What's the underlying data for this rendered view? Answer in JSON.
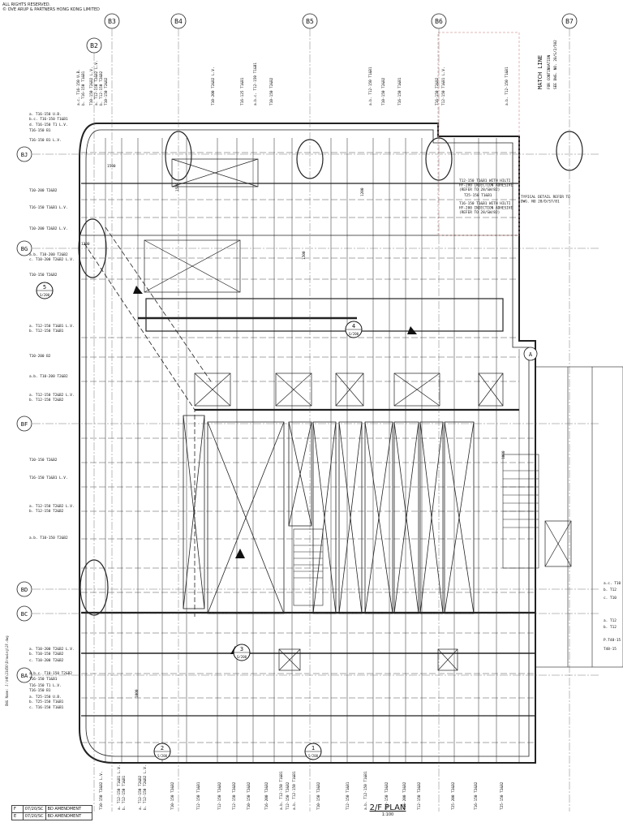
{
  "header": {
    "copyright_line1": "ALL RIGHTS RESERVED.",
    "copyright_line2": "© OVE ARUP & PARTNERS HONG KONG LIMITED"
  },
  "grid": {
    "columns": [
      "B2",
      "B3",
      "B4",
      "B5",
      "B6",
      "B7"
    ],
    "rows": [
      "BJ",
      "BG",
      "BF",
      "BD",
      "BC",
      "BA"
    ]
  },
  "match_line": {
    "label": "MATCH LINE",
    "note1": "FOR CONTINUATION",
    "note2": "SEE DWG. NO. 28/S/2/502"
  },
  "sections": [
    {
      "number": "5",
      "sheet": "S/200"
    },
    {
      "number": "4",
      "sheet": "S/200"
    },
    {
      "number": "3",
      "sheet": "S/200"
    },
    {
      "number": "2",
      "sheet": "S/200"
    },
    {
      "number": "1",
      "sheet": "S/200"
    }
  ],
  "detail_marker": "A",
  "notes": {
    "injection1": "T12-150 T1&B1 WITH HILTI HY-200 INJECTION ADHESIVE (REFER TO 28/SW/82)",
    "injection2": "T16-150 T1&B1 WITH HILTI HY-200 INJECTION ADHESIVE (REFER TO 28/SW/82)",
    "t25": "T25-150 T1&B1",
    "typical_detail": "TYPICAL DETAIL REFER TO DWG. NO 28/D/S7/81"
  },
  "left_labels": [
    "a. T16-150 U.B.",
    "b.c. T16-150 T1&B1",
    "d. T16-150 T1 L.V.",
    "T16-150 B1",
    "T16-150 B1 L.V.",
    "T10-200 T2&B2",
    "T16-150 T1&B1 L.V.",
    "T10-200 T2&B2 L.V.",
    "a.b. T10-200 T2&B2",
    "c. T10-200 T2&B2 L.V.",
    "T10-150 T2&B2",
    "a. T12-150 T1&B1 L.V.",
    "b. T12-150 T1&B1",
    "T10-200 B2",
    "a.b. T10-200 T2&B2",
    "a. T12-150 T2&B2 L.V.",
    "b. T12-150 T2&B2",
    "T10-150 T2&B2",
    "T16-150 T1&B1 L.V.",
    "a. T12-150 T2&B2 L.V.",
    "b. T12-150 T2&B2",
    "a.b. T10-150 T2&B2",
    "a. T10-200 T2&B2 L.V.",
    "b. T10-150 T2&B2",
    "c. T10-200 T2&B2",
    "a.b.c. T10-150 T2&B2",
    "T16-150 T1&B1",
    "T16-150 T1 L.V.",
    "T16-150 B1",
    "a. T25-150 U.B.",
    "b. T25-150 T1&B1",
    "c. T16-150 T1&B1"
  ],
  "top_labels": [
    "a.c. T16-150 U.B.",
    "b. T16-150 T1&B1",
    "T10-150 T2&B2 L.V.",
    "a. T12-150 T2&B2 L.V.",
    "b. T12-150 T2&B2",
    "T10-150 T2&B2",
    "T10-200 T2&B2 L.V.",
    "T16-125 T1&B1",
    "a.b.c. T12-150 T1&B1",
    "T10-150 T2&B2",
    "a.b. T12-150 T1&B1",
    "T10-150 T2&B2",
    "T16-150 T1&B1",
    "T16-150 T2&B2",
    "T12-150 T1&B1 L.V.",
    "a.b. T12-150 T1&B1"
  ],
  "bottom_labels": [
    "T10-150 T2&B2 L.V.",
    "a. T12-150 T1&B1 L.V.",
    "b. T12-150 T1&B1",
    "a. T12-150 T2&B2",
    "b. T12-150 T2&B2 L.V.",
    "T10-150 T2&B2",
    "T12-150 T1&B1",
    "T12-150 T2&B2",
    "T12-150 T2&B2",
    "T10-150 T2&B2",
    "T16-200 T2&B2",
    "a.b. T12-150 T1&B1",
    "T12-150 T2&B2",
    "a.b. T12-150 T1&B1",
    "T10-150 T2&B2",
    "T12-150 T1&B1",
    "a.b. T12-150 T1&B1",
    "T12-150 T2&B2",
    "T16-200 T2&B2",
    "T12-150 T2&B2",
    "T25-200 T2&B2",
    "T16-150 T2&B2",
    "T25-150 T2&B2"
  ],
  "right_labels": [
    "a.c. T10",
    "b. T12",
    "c. T10",
    "a. T12",
    "b. T12",
    "P.T48-15",
    "T48-15"
  ],
  "dimensions": [
    "1500",
    "1200",
    "1500",
    "1200",
    "1000",
    "1500",
    "1000"
  ],
  "revisions": [
    {
      "rev": "F",
      "date": "07/20/SC",
      "desc": "BD AMENDMENT"
    },
    {
      "rev": "E",
      "date": "07/20/SC",
      "desc": "BD AMENDMENT"
    }
  ],
  "plan": {
    "title": "2/F PLAN",
    "scale": "1:100"
  },
  "file_path": "DWG Name: J:\\HK\\23456\\Drawing\\2F.dwg"
}
